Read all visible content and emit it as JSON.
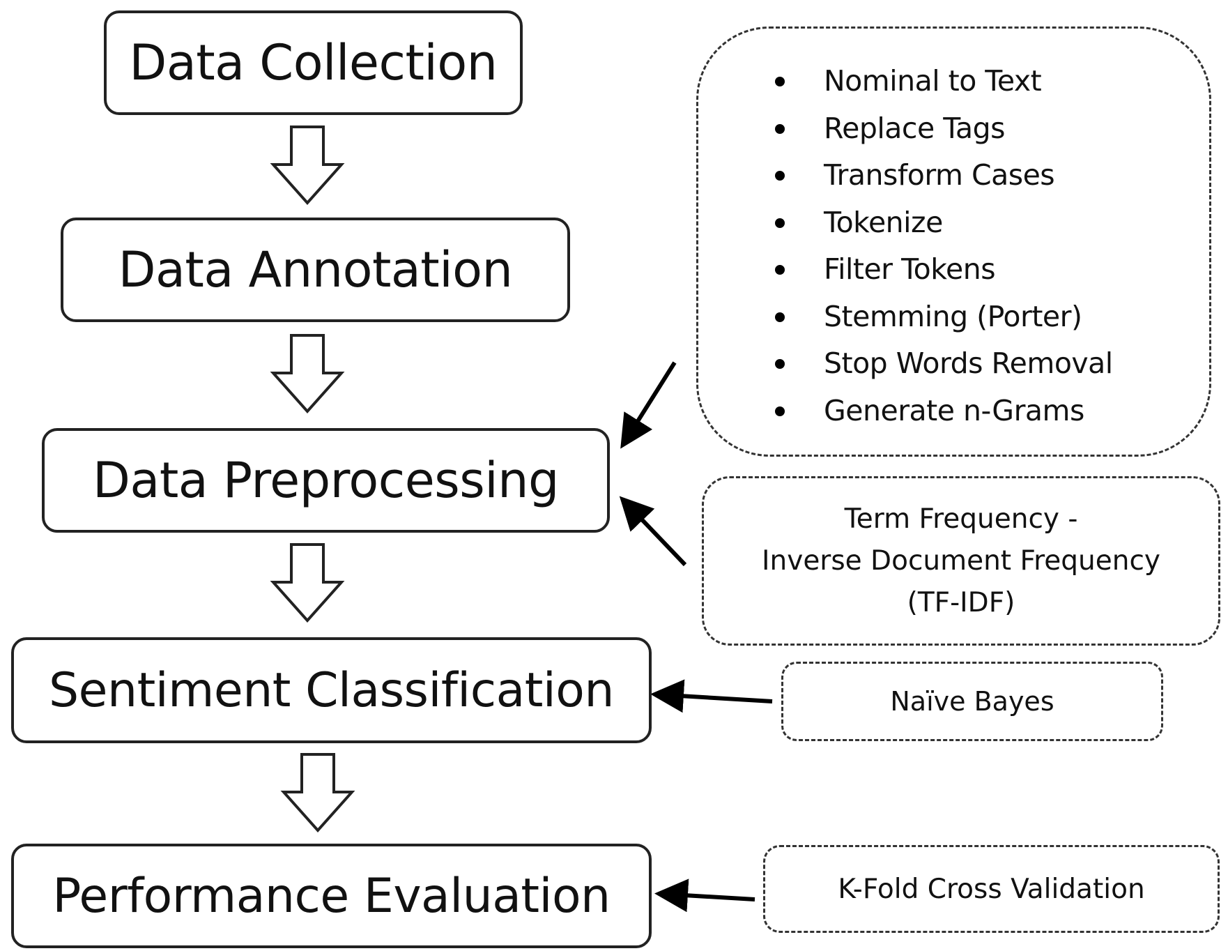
{
  "pipeline": {
    "steps": [
      "Data Collection",
      "Data Annotation",
      "Data Preprocessing",
      "Sentiment Classification",
      "Performance Evaluation"
    ]
  },
  "preprocessing_operations": [
    "Nominal to Text",
    "Replace Tags",
    "Transform Cases",
    "Tokenize",
    "Filter Tokens",
    "Stemming (Porter)",
    "Stop Words Removal",
    "Generate n-Grams"
  ],
  "weighting": {
    "lines": [
      "Term Frequency -",
      "Inverse Document Frequency",
      "(TF-IDF)"
    ]
  },
  "classifier": "Naïve Bayes",
  "validation": "K-Fold Cross Validation"
}
